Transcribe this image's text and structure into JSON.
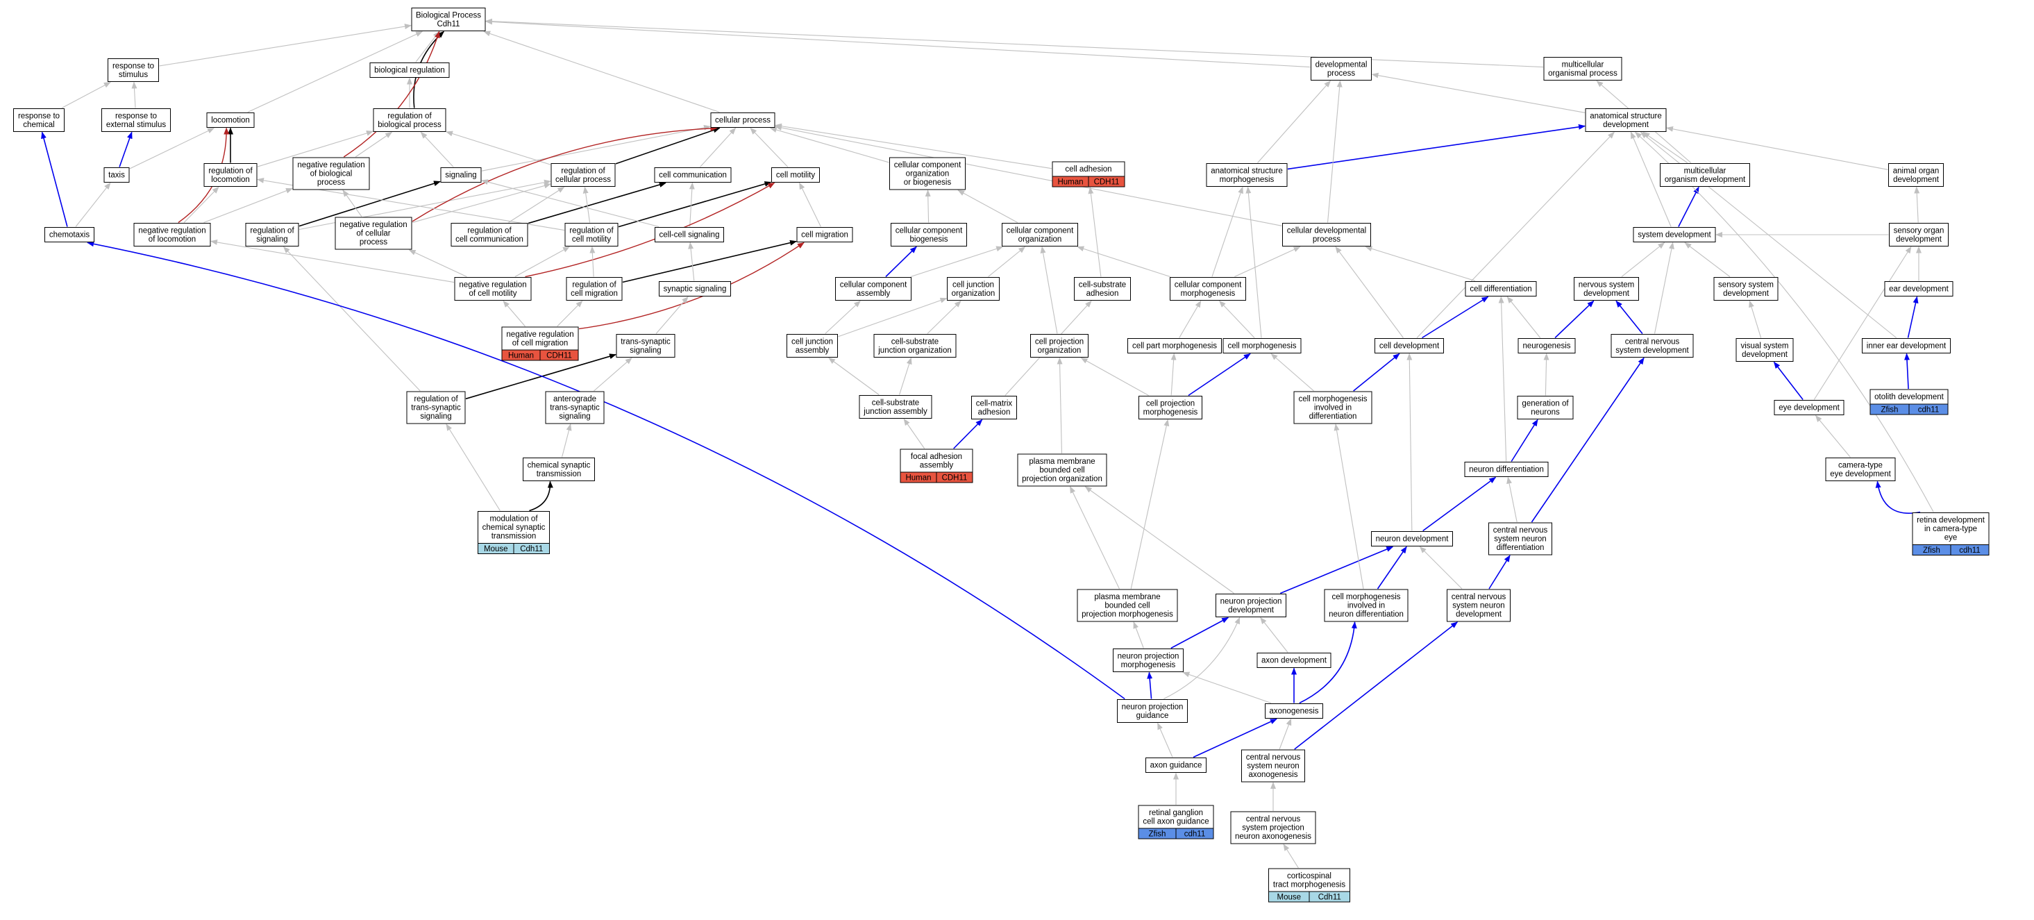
{
  "graph": {
    "colors": {
      "edge_is_a": "#c0c0c0",
      "edge_regulates": "#000000",
      "edge_negative": "#b22222",
      "edge_part_of": "#0000ee",
      "node_border": "#000000",
      "human": "#e8543f",
      "zfish": "#5b8ee6",
      "mouse": "#a8d8e6"
    },
    "nodes": [
      {
        "id": "bp",
        "lines": [
          "Biological Process",
          "Cdh11"
        ]
      },
      {
        "id": "response_to_stimulus",
        "lines": [
          "response to",
          "stimulus"
        ]
      },
      {
        "id": "biological_regulation",
        "lines": [
          "biological regulation"
        ]
      },
      {
        "id": "developmental_process",
        "lines": [
          "developmental",
          "process"
        ]
      },
      {
        "id": "multicellular_organismal_process",
        "lines": [
          "multicellular",
          "organismal process"
        ]
      },
      {
        "id": "response_to_chemical",
        "lines": [
          "response to",
          "chemical"
        ]
      },
      {
        "id": "response_to_external_stimulus",
        "lines": [
          "response to",
          "external stimulus"
        ]
      },
      {
        "id": "locomotion",
        "lines": [
          "locomotion"
        ]
      },
      {
        "id": "regulation_of_biological_process",
        "lines": [
          "regulation of",
          "biological process"
        ]
      },
      {
        "id": "cellular_process",
        "lines": [
          "cellular process"
        ]
      },
      {
        "id": "anatomical_structure_development",
        "lines": [
          "anatomical structure",
          "development"
        ]
      },
      {
        "id": "taxis",
        "lines": [
          "taxis"
        ]
      },
      {
        "id": "regulation_of_locomotion",
        "lines": [
          "regulation of",
          "locomotion"
        ]
      },
      {
        "id": "negative_regulation_of_biological_process",
        "lines": [
          "negative regulation",
          "of biological",
          "process"
        ]
      },
      {
        "id": "signaling",
        "lines": [
          "signaling"
        ]
      },
      {
        "id": "regulation_of_cellular_process",
        "lines": [
          "regulation of",
          "cellular process"
        ]
      },
      {
        "id": "cell_communication",
        "lines": [
          "cell communication"
        ]
      },
      {
        "id": "cell_motility",
        "lines": [
          "cell motility"
        ]
      },
      {
        "id": "cellular_component_organization_or_biogenesis",
        "lines": [
          "cellular component",
          "organization",
          "or biogenesis"
        ]
      },
      {
        "id": "cell_adhesion",
        "lines": [
          "cell adhesion"
        ],
        "badge": [
          "Human",
          "CDH11"
        ],
        "badge_color": "human"
      },
      {
        "id": "anatomical_structure_morphogenesis",
        "lines": [
          "anatomical structure",
          "morphogenesis"
        ]
      },
      {
        "id": "multicellular_organism_development",
        "lines": [
          "multicellular",
          "organism development"
        ]
      },
      {
        "id": "animal_organ_development",
        "lines": [
          "animal organ",
          "development"
        ]
      },
      {
        "id": "chemotaxis",
        "lines": [
          "chemotaxis"
        ]
      },
      {
        "id": "negative_regulation_of_locomotion",
        "lines": [
          "negative regulation",
          "of locomotion"
        ]
      },
      {
        "id": "regulation_of_signaling",
        "lines": [
          "regulation of",
          "signaling"
        ]
      },
      {
        "id": "negative_regulation_of_cellular_process",
        "lines": [
          "negative regulation",
          "of cellular",
          "process"
        ]
      },
      {
        "id": "regulation_of_cell_communication",
        "lines": [
          "regulation of",
          "cell communication"
        ]
      },
      {
        "id": "regulation_of_cell_motility",
        "lines": [
          "regulation of",
          "cell motility"
        ]
      },
      {
        "id": "cell_cell_signaling",
        "lines": [
          "cell-cell signaling"
        ]
      },
      {
        "id": "cell_migration",
        "lines": [
          "cell migration"
        ]
      },
      {
        "id": "cellular_component_biogenesis",
        "lines": [
          "cellular component",
          "biogenesis"
        ]
      },
      {
        "id": "cellular_component_organization",
        "lines": [
          "cellular component",
          "organization"
        ]
      },
      {
        "id": "cellular_developmental_process",
        "lines": [
          "cellular developmental",
          "process"
        ]
      },
      {
        "id": "system_development",
        "lines": [
          "system development"
        ]
      },
      {
        "id": "sensory_organ_development",
        "lines": [
          "sensory organ",
          "development"
        ]
      },
      {
        "id": "negative_regulation_of_cell_motility",
        "lines": [
          "negative regulation",
          "of cell motility"
        ]
      },
      {
        "id": "regulation_of_cell_migration",
        "lines": [
          "regulation of",
          "cell migration"
        ]
      },
      {
        "id": "synaptic_signaling",
        "lines": [
          "synaptic signaling"
        ]
      },
      {
        "id": "cellular_component_assembly",
        "lines": [
          "cellular component",
          "assembly"
        ]
      },
      {
        "id": "cell_junction_organization",
        "lines": [
          "cell junction",
          "organization"
        ]
      },
      {
        "id": "cell_substrate_adhesion",
        "lines": [
          "cell-substrate",
          "adhesion"
        ]
      },
      {
        "id": "cellular_component_morphogenesis",
        "lines": [
          "cellular component",
          "morphogenesis"
        ]
      },
      {
        "id": "cell_differentiation",
        "lines": [
          "cell differentiation"
        ]
      },
      {
        "id": "nervous_system_development",
        "lines": [
          "nervous system",
          "development"
        ]
      },
      {
        "id": "sensory_system_development",
        "lines": [
          "sensory system",
          "development"
        ]
      },
      {
        "id": "ear_development",
        "lines": [
          "ear development"
        ]
      },
      {
        "id": "negative_regulation_of_cell_migration",
        "lines": [
          "negative regulation",
          "of cell migration"
        ],
        "badge": [
          "Human",
          "CDH11"
        ],
        "badge_color": "human"
      },
      {
        "id": "trans_synaptic_signaling",
        "lines": [
          "trans-synaptic",
          "signaling"
        ]
      },
      {
        "id": "cell_junction_assembly",
        "lines": [
          "cell junction",
          "assembly"
        ]
      },
      {
        "id": "cell_substrate_junction_organization",
        "lines": [
          "cell-substrate",
          "junction organization"
        ]
      },
      {
        "id": "cell_projection_organization",
        "lines": [
          "cell projection",
          "organization"
        ]
      },
      {
        "id": "cell_part_morphogenesis",
        "lines": [
          "cell part morphogenesis"
        ]
      },
      {
        "id": "cell_morphogenesis",
        "lines": [
          "cell morphogenesis"
        ]
      },
      {
        "id": "cell_development",
        "lines": [
          "cell development"
        ]
      },
      {
        "id": "neurogenesis",
        "lines": [
          "neurogenesis"
        ]
      },
      {
        "id": "central_nervous_system_development",
        "lines": [
          "central nervous",
          "system development"
        ]
      },
      {
        "id": "visual_system_development",
        "lines": [
          "visual system",
          "development"
        ]
      },
      {
        "id": "inner_ear_development",
        "lines": [
          "inner ear development"
        ]
      },
      {
        "id": "regulation_of_trans_synaptic_signaling",
        "lines": [
          "regulation of",
          "trans-synaptic",
          "signaling"
        ]
      },
      {
        "id": "anterograde_trans_synaptic_signaling",
        "lines": [
          "anterograde",
          "trans-synaptic",
          "signaling"
        ]
      },
      {
        "id": "cell_substrate_junction_assembly",
        "lines": [
          "cell-substrate",
          "junction assembly"
        ]
      },
      {
        "id": "cell_matrix_adhesion",
        "lines": [
          "cell-matrix",
          "adhesion"
        ]
      },
      {
        "id": "cell_projection_morphogenesis",
        "lines": [
          "cell projection",
          "morphogenesis"
        ]
      },
      {
        "id": "cell_morphogenesis_involved_in_differentiation",
        "lines": [
          "cell morphogenesis",
          "involved in",
          "differentiation"
        ]
      },
      {
        "id": "generation_of_neurons",
        "lines": [
          "generation of",
          "neurons"
        ]
      },
      {
        "id": "eye_development",
        "lines": [
          "eye development"
        ]
      },
      {
        "id": "otolith_development",
        "lines": [
          "otolith development"
        ],
        "badge": [
          "Zfish",
          "cdh11"
        ],
        "badge_color": "zfish"
      },
      {
        "id": "chemical_synaptic_transmission",
        "lines": [
          "chemical synaptic",
          "transmission"
        ]
      },
      {
        "id": "focal_adhesion_assembly",
        "lines": [
          "focal adhesion",
          "assembly"
        ],
        "badge": [
          "Human",
          "CDH11"
        ],
        "badge_color": "human"
      },
      {
        "id": "plasma_membrane_bounded_cell_projection_organization",
        "lines": [
          "plasma membrane",
          "bounded cell",
          "projection organization"
        ]
      },
      {
        "id": "neuron_differentiation",
        "lines": [
          "neuron differentiation"
        ]
      },
      {
        "id": "camera_type_eye_development",
        "lines": [
          "camera-type",
          "eye development"
        ]
      },
      {
        "id": "modulation_of_chemical_synaptic_transmission",
        "lines": [
          "modulation of",
          "chemical synaptic",
          "transmission"
        ],
        "badge": [
          "Mouse",
          "Cdh11"
        ],
        "badge_color": "mouse"
      },
      {
        "id": "neuron_development",
        "lines": [
          "neuron development"
        ]
      },
      {
        "id": "cns_neuron_differentiation",
        "lines": [
          "central nervous",
          "system neuron",
          "differentiation"
        ]
      },
      {
        "id": "retina_development_in_camera_type_eye",
        "lines": [
          "retina development",
          "in camera-type",
          "eye"
        ],
        "badge": [
          "Zfish",
          "cdh11"
        ],
        "badge_color": "zfish"
      },
      {
        "id": "pm_bounded_cell_projection_morphogenesis",
        "lines": [
          "plasma membrane",
          "bounded cell",
          "projection morphogenesis"
        ]
      },
      {
        "id": "neuron_projection_development",
        "lines": [
          "neuron projection",
          "development"
        ]
      },
      {
        "id": "cell_morphogenesis_involved_in_neuron_differentiation",
        "lines": [
          "cell morphogenesis",
          "involved in",
          "neuron differentiation"
        ]
      },
      {
        "id": "cns_neuron_development",
        "lines": [
          "central nervous",
          "system neuron",
          "development"
        ]
      },
      {
        "id": "neuron_projection_morphogenesis",
        "lines": [
          "neuron projection",
          "morphogenesis"
        ]
      },
      {
        "id": "axon_development",
        "lines": [
          "axon development"
        ]
      },
      {
        "id": "neuron_projection_guidance",
        "lines": [
          "neuron projection",
          "guidance"
        ]
      },
      {
        "id": "axonogenesis",
        "lines": [
          "axonogenesis"
        ]
      },
      {
        "id": "axon_guidance",
        "lines": [
          "axon guidance"
        ]
      },
      {
        "id": "cns_neuron_axonogenesis",
        "lines": [
          "central nervous",
          "system neuron",
          "axonogenesis"
        ]
      },
      {
        "id": "retinal_ganglion_cell_axon_guidance",
        "lines": [
          "retinal ganglion",
          "cell axon guidance"
        ],
        "badge": [
          "Zfish",
          "cdh11"
        ],
        "badge_color": "zfish"
      },
      {
        "id": "cns_projection_neuron_axonogenesis",
        "lines": [
          "central nervous",
          "system projection",
          "neuron axonogenesis"
        ]
      },
      {
        "id": "corticospinal_tract_morphogenesis",
        "lines": [
          "corticospinal",
          "tract morphogenesis"
        ],
        "badge": [
          "Mouse",
          "Cdh11"
        ],
        "badge_color": "mouse"
      }
    ]
  }
}
